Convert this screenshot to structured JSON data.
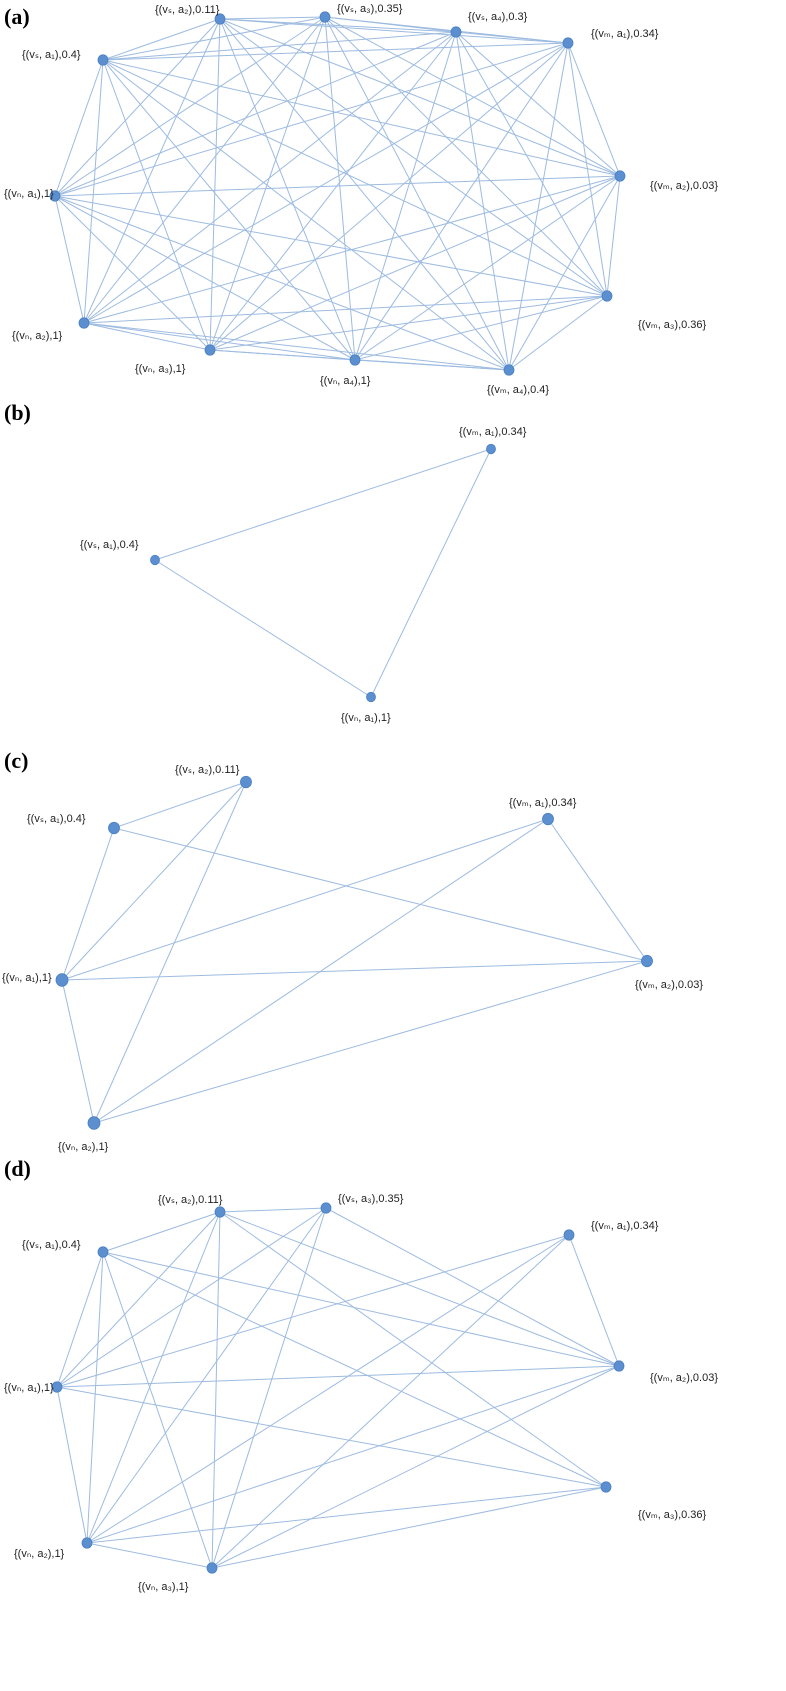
{
  "colors": {
    "edge": "#9dbbe0",
    "node": "#5b8fd0",
    "text": "#222222"
  },
  "panels": [
    {
      "label": "(a)",
      "nodes": [
        {
          "id": "vs_a1",
          "label": "{(vₛ, a₁),0.4}"
        },
        {
          "id": "vs_a2",
          "label": "{(vₛ, a₂),0.11}"
        },
        {
          "id": "vs_a3",
          "label": "{(vₛ, a₃),0.35}"
        },
        {
          "id": "vs_a4",
          "label": "{(vₛ, a₄),0.3}"
        },
        {
          "id": "vm_a1",
          "label": "{(vₘ, a₁),0.34}"
        },
        {
          "id": "vm_a2",
          "label": "{(vₘ, a₂),0.03}"
        },
        {
          "id": "vm_a3",
          "label": "{(vₘ, a₃),0.36}"
        },
        {
          "id": "vm_a4",
          "label": "{(vₘ, a₄),0.4}"
        },
        {
          "id": "vn_a4",
          "label": "{(vₙ, a₄),1}"
        },
        {
          "id": "vn_a3",
          "label": "{(vₙ, a₃),1}"
        },
        {
          "id": "vn_a2",
          "label": "{(vₙ, a₂),1}"
        },
        {
          "id": "vn_a1",
          "label": "{(vₙ, a₁),1}"
        }
      ],
      "edges": "all"
    },
    {
      "label": "(b)",
      "nodes": [
        {
          "id": "vm_a1",
          "label": "{(vₘ, a₁),0.34}"
        },
        {
          "id": "vs_a1",
          "label": "{(vₛ, a₁),0.4}"
        },
        {
          "id": "vn_a1",
          "label": "{(vₙ, a₁),1}"
        }
      ],
      "edges": "all"
    },
    {
      "label": "(c)",
      "nodes": [
        {
          "id": "vs_a1",
          "label": "{(vₛ, a₁),0.4}"
        },
        {
          "id": "vs_a2",
          "label": "{(vₛ, a₂),0.11}"
        },
        {
          "id": "vm_a1",
          "label": "{(vₘ, a₁),0.34}"
        },
        {
          "id": "vm_a2",
          "label": "{(vₘ, a₂),0.03}"
        },
        {
          "id": "vn_a1",
          "label": "{(vₙ, a₁),1}"
        },
        {
          "id": "vn_a2",
          "label": "{(vₙ, a₂),1}"
        }
      ],
      "edges": [
        [
          "vs_a1",
          "vs_a2"
        ],
        [
          "vs_a1",
          "vn_a1"
        ],
        [
          "vs_a1",
          "vm_a2"
        ],
        [
          "vs_a2",
          "vn_a1"
        ],
        [
          "vs_a2",
          "vn_a2"
        ],
        [
          "vn_a1",
          "vm_a1"
        ],
        [
          "vn_a1",
          "vm_a2"
        ],
        [
          "vn_a1",
          "vn_a2"
        ],
        [
          "vn_a2",
          "vm_a1"
        ],
        [
          "vn_a2",
          "vm_a2"
        ],
        [
          "vm_a1",
          "vm_a2"
        ]
      ]
    },
    {
      "label": "(d)",
      "nodes": [
        {
          "id": "vs_a1",
          "label": "{(vₛ, a₁),0.4}"
        },
        {
          "id": "vs_a2",
          "label": "{(vₛ, a₂),0.11}"
        },
        {
          "id": "vs_a3",
          "label": "{(vₛ, a₃),0.35}"
        },
        {
          "id": "vm_a1",
          "label": "{(vₘ, a₁),0.34}"
        },
        {
          "id": "vm_a2",
          "label": "{(vₘ, a₂),0.03}"
        },
        {
          "id": "vm_a3",
          "label": "{(vₘ, a₃),0.36}"
        },
        {
          "id": "vn_a1",
          "label": "{(vₙ, a₁),1}"
        },
        {
          "id": "vn_a2",
          "label": "{(vₙ, a₂),1}"
        },
        {
          "id": "vn_a3",
          "label": "{(vₙ, a₃),1}"
        }
      ],
      "edges": [
        [
          "vs_a1",
          "vs_a2"
        ],
        [
          "vs_a2",
          "vs_a3"
        ],
        [
          "vs_a1",
          "vn_a1"
        ],
        [
          "vs_a1",
          "vn_a2"
        ],
        [
          "vs_a1",
          "vn_a3"
        ],
        [
          "vs_a1",
          "vm_a2"
        ],
        [
          "vs_a1",
          "vm_a3"
        ],
        [
          "vs_a2",
          "vn_a1"
        ],
        [
          "vs_a2",
          "vn_a2"
        ],
        [
          "vs_a2",
          "vn_a3"
        ],
        [
          "vs_a2",
          "vm_a2"
        ],
        [
          "vs_a2",
          "vm_a3"
        ],
        [
          "vs_a3",
          "vn_a1"
        ],
        [
          "vs_a3",
          "vn_a2"
        ],
        [
          "vs_a3",
          "vn_a3"
        ],
        [
          "vs_a3",
          "vm_a2"
        ],
        [
          "vm_a1",
          "vn_a1"
        ],
        [
          "vm_a1",
          "vn_a2"
        ],
        [
          "vm_a1",
          "vn_a3"
        ],
        [
          "vm_a1",
          "vm_a2"
        ],
        [
          "vm_a2",
          "vn_a1"
        ],
        [
          "vm_a2",
          "vn_a2"
        ],
        [
          "vm_a2",
          "vn_a3"
        ],
        [
          "vm_a3",
          "vn_a1"
        ],
        [
          "vm_a3",
          "vn_a2"
        ],
        [
          "vm_a3",
          "vn_a3"
        ],
        [
          "vn_a1",
          "vn_a2"
        ],
        [
          "vn_a2",
          "vn_a3"
        ]
      ]
    }
  ]
}
